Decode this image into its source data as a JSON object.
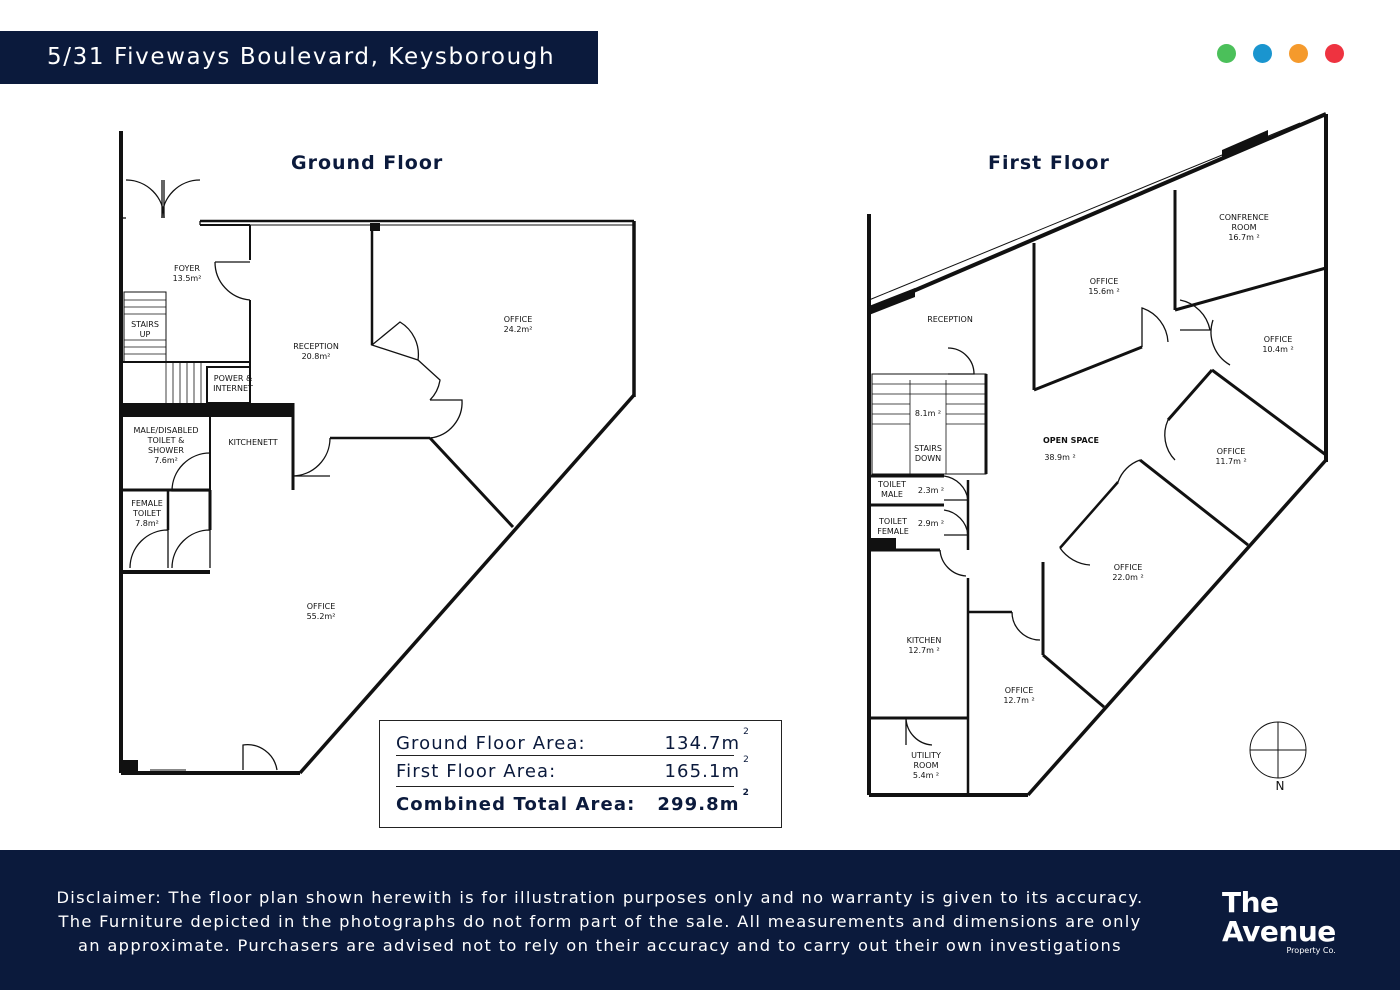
{
  "header": {
    "address": "5/31 Fiveways Boulevard, Keysborough",
    "dot_colors": [
      "#4bc05a",
      "#1a95cf",
      "#f59a2c",
      "#ee3340"
    ]
  },
  "ground_floor": {
    "title": "Ground Floor",
    "rooms": {
      "foyer": "FOYER\n13.5m²",
      "stairs_up": "STAIRS\nUP",
      "reception": "RECEPTION\n20.8m²",
      "office_top": "OFFICE\n24.2m²",
      "power": "POWER  &\nINTERNET",
      "male_toilet": "MALE/DISABLED\nTOILET  &\nSHOWER\n7.6m²",
      "kitchenett": "KITCHENETT",
      "female_toilet": "FEMALE\nTOILET\n7.8m²",
      "office_main": "OFFICE\n55.2m²"
    }
  },
  "first_floor": {
    "title": "First Floor",
    "rooms": {
      "conference": "CONFRENCE\nROOM\n16.7m ²",
      "office_15": "OFFICE\n15.6m ²",
      "reception": "RECEPTION",
      "office_10": "OFFICE\n10.4m ²",
      "stairs_area": "8.1m ²",
      "stairs_down": "STAIRS\nDOWN",
      "open_space": "OPEN SPACE",
      "open_space_area": "38.9m ²",
      "office_11": "OFFICE\n11.7m ²",
      "toilet_male": "TOILET\nMALE",
      "toilet_male_area": "2.3m ²",
      "toilet_female": "TOILET\nFEMALE",
      "toilet_female_area": "2.9m ²",
      "office_22": "OFFICE\n22.0m ²",
      "kitchen": "KITCHEN\n12.7m ²",
      "office_12": "OFFICE\n12.7m ²",
      "utility": "UTILITY\nROOM\n5.4m ²"
    },
    "north_label": "N"
  },
  "areas": {
    "ground_label": "Ground Floor Area:",
    "ground_value": "134.7m",
    "first_label": "First Floor Area:",
    "first_value": "165.1m",
    "total_label": "Combined Total Area:",
    "total_value": "299.8m",
    "unit_superscript": "2"
  },
  "footer": {
    "disclaimer_1": "Disclaimer: The floor plan shown herewith is for illustration purposes only and no warranty is given to its accuracy.",
    "disclaimer_2": "The Furniture depicted in the photographs do not form part of the sale. All measurements and dimensions are only",
    "disclaimer_3": "an approximate. Purchasers are advised not to rely on their accuracy and to carry out their own investigations",
    "logo_line1": "The",
    "logo_line2": "Avenue",
    "logo_sub": "Property Co."
  }
}
